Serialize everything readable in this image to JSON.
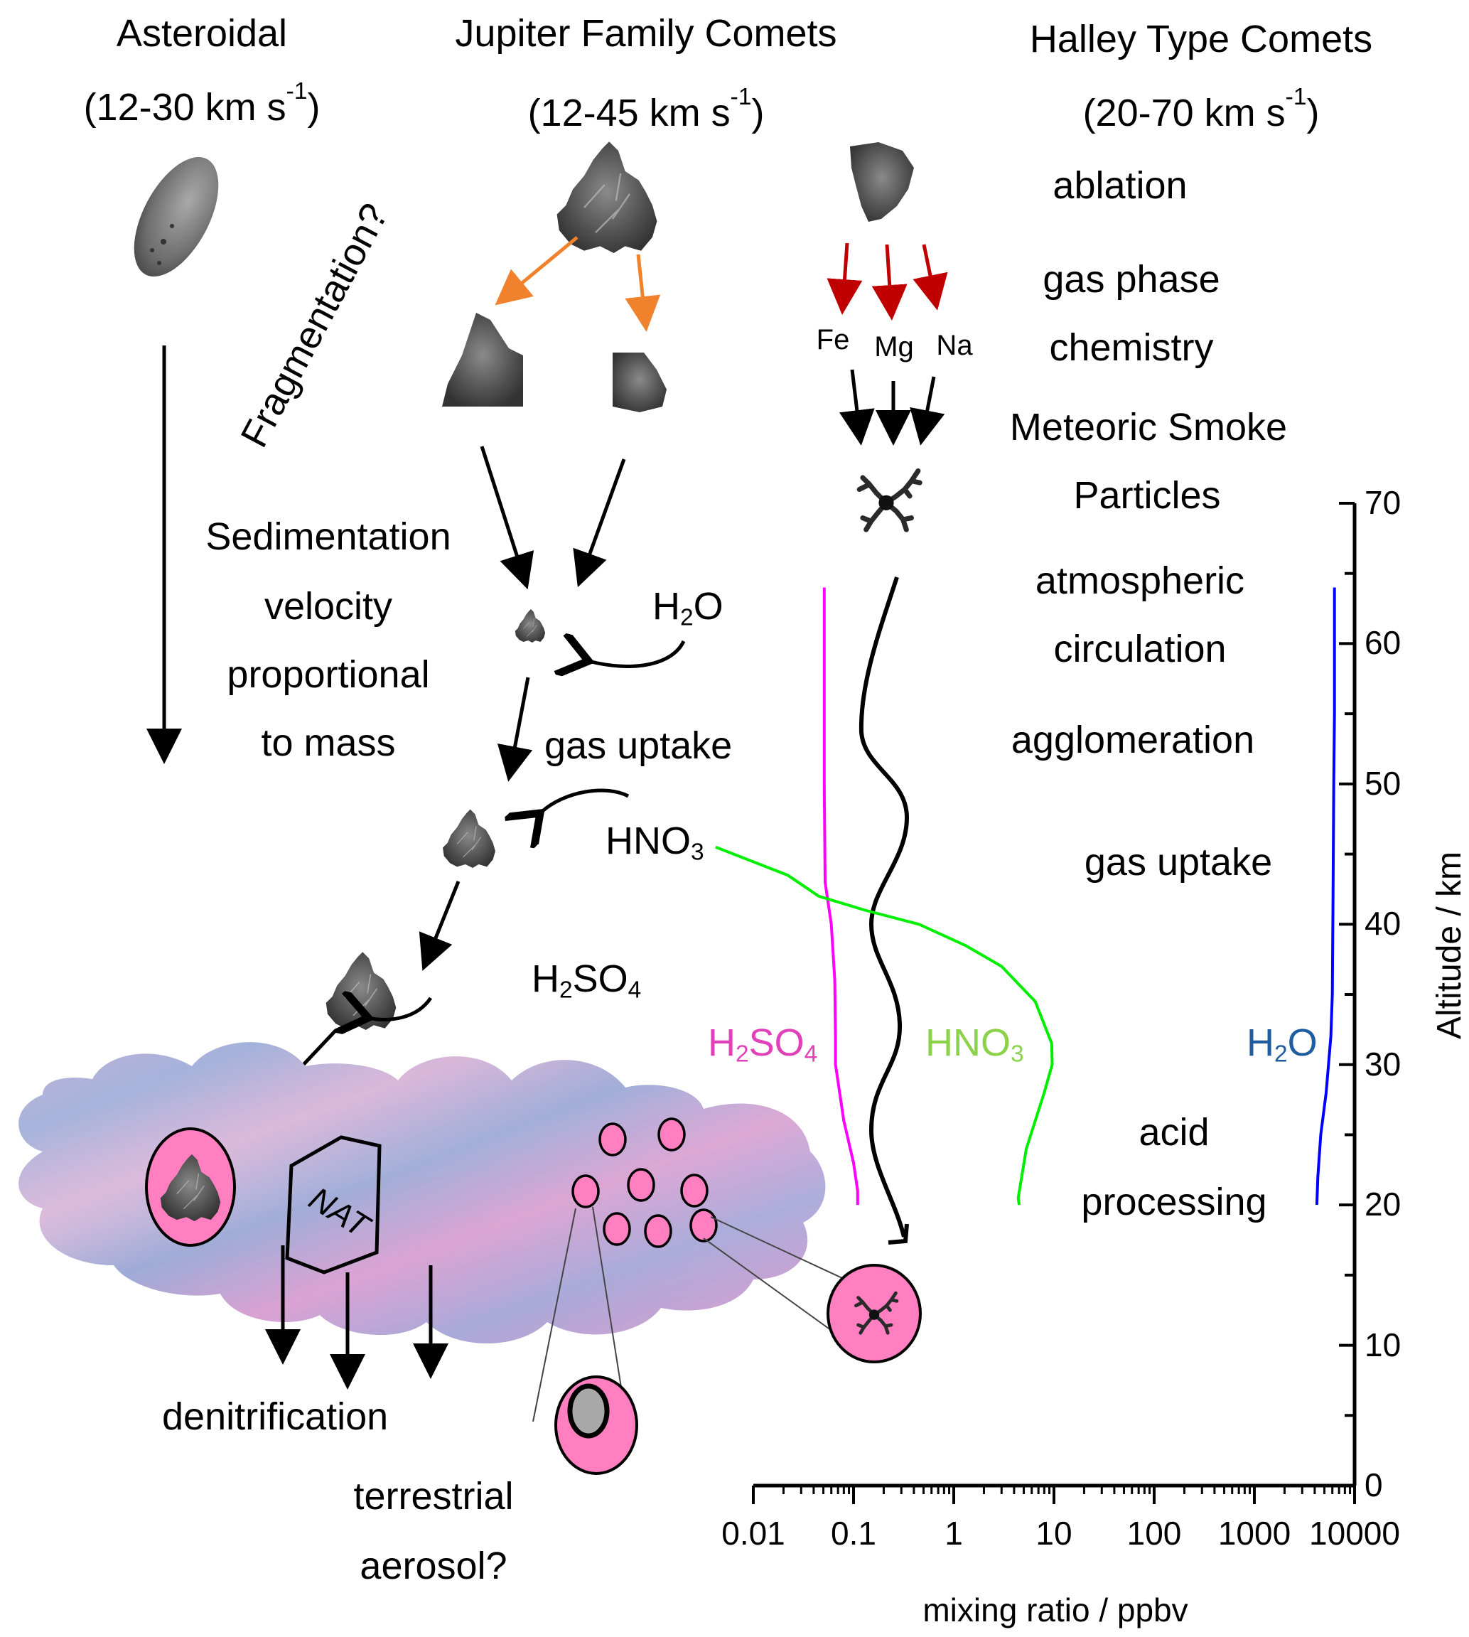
{
  "colors": {
    "orange_arrow": "#F0822E",
    "red_arrow": "#C00000",
    "h2so4_line": "#FF00FF",
    "h2so4_label": "#E040B8",
    "hno3_line": "#00EE00",
    "hno3_label": "#8CD14A",
    "h2o_line": "#0000FF",
    "h2o_label": "#1F5DA0",
    "droplet_fill": "#FF7FC0",
    "core_fill": "#A9A9A9",
    "cloud_blue": "#8A9AD0",
    "cloud_pink": "#D8A2D4"
  },
  "columns": {
    "asteroidal": {
      "title": "Asteroidal",
      "speed": "(12-30 km s",
      "speed_exp": "-1",
      "speed_close": ")"
    },
    "jfc": {
      "title": "Jupiter Family Comets",
      "speed": "(12-45 km s",
      "speed_exp": "-1",
      "speed_close": ")"
    },
    "htc": {
      "title": "Halley Type Comets",
      "speed": "(20-70 km s",
      "speed_exp": "-1",
      "speed_close": ")"
    }
  },
  "labels": {
    "fragmentation": "Fragmentation?",
    "sedimentation": [
      "Sedimentation",
      "velocity",
      "proportional",
      "to mass"
    ],
    "h2o": {
      "base": "H",
      "sub": "2",
      "tail": "O"
    },
    "gas_uptake_left": "gas uptake",
    "hno3": {
      "base": "HNO",
      "sub": "3"
    },
    "h2so4": {
      "base": "H",
      "sub": "2",
      "mid": "SO",
      "sub2": "4"
    },
    "nat": "NAT",
    "denitrification": "denitrification",
    "terrestrial_aerosol": [
      "terrestrial",
      "aerosol?"
    ],
    "elements": [
      "Fe",
      "Mg",
      "Na"
    ],
    "process_steps": [
      "ablation",
      "gas phase",
      "chemistry",
      "Meteoric Smoke",
      "Particles",
      "atmospheric",
      "circulation",
      "agglomeration",
      "gas uptake",
      "acid",
      "processing"
    ]
  },
  "chart_data": {
    "type": "line",
    "xscale": "log",
    "xlabel": "mixing ratio / ppbv",
    "ylabel": "Altitude / km",
    "xlim": [
      0.01,
      10000
    ],
    "ylim": [
      0,
      70
    ],
    "xticks": [
      "0.01",
      "0.1",
      "1",
      "10",
      "100",
      "1000",
      "10000"
    ],
    "xtick_values": [
      0.01,
      0.1,
      1,
      10,
      100,
      1000,
      10000
    ],
    "yticks": [
      "0",
      "10",
      "20",
      "30",
      "40",
      "50",
      "60",
      "70"
    ],
    "ytick_values": [
      0,
      10,
      20,
      30,
      40,
      50,
      60,
      70
    ],
    "grid": false,
    "series": [
      {
        "name": "H2SO4",
        "label": {
          "base": "H",
          "sub": "2",
          "mid": "SO",
          "sub2": "4"
        },
        "color": "#FF00FF",
        "x": [
          0.051,
          0.051,
          0.051,
          0.052,
          0.06,
          0.065,
          0.066,
          0.066,
          0.08,
          0.1,
          0.11,
          0.11
        ],
        "y": [
          64,
          55,
          50,
          43,
          40,
          36,
          32,
          30,
          26,
          23,
          21,
          20
        ]
      },
      {
        "name": "HNO3",
        "label": {
          "base": "HNO",
          "sub": "3"
        },
        "color": "#00EE00",
        "x": [
          0.0042,
          0.022,
          0.045,
          0.13,
          0.45,
          1.3,
          3.0,
          6.5,
          9.5,
          9.6,
          8.0,
          5.3,
          4.4,
          4.5
        ],
        "y": [
          45.5,
          43.5,
          42,
          41,
          40,
          38.5,
          37,
          34.5,
          31.5,
          30,
          28,
          24,
          20.5,
          20
        ]
      },
      {
        "name": "H2O",
        "label": {
          "base": "H",
          "sub": "2",
          "tail": "O"
        },
        "color": "#0000FF",
        "x": [
          6300,
          6300,
          6200,
          6100,
          6000,
          5800,
          5200,
          4600,
          4300,
          4200
        ],
        "y": [
          64,
          55,
          50,
          42,
          35,
          32,
          28,
          25,
          22,
          20
        ]
      }
    ]
  }
}
